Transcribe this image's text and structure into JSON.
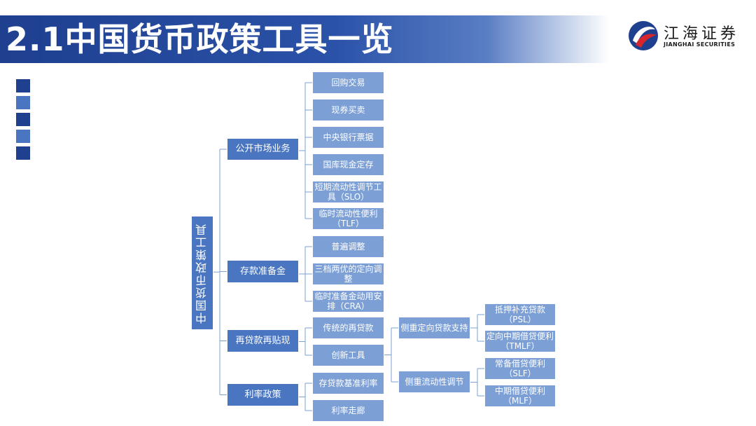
{
  "title": "2.1中国货币政策工具一览",
  "logo": {
    "name_cn": "江海证券",
    "name_en": "JIANGHAI SECURITIES",
    "colors": [
      "#1f3f8f",
      "#d7262c"
    ]
  },
  "colors": {
    "title_bar": "#1f3f8f",
    "node_light": "#7c9fd6",
    "node_dark": "#4a76c1",
    "connector": "#7c9fd6"
  },
  "diagram": {
    "root": "中国货币政策工具",
    "branches": [
      {
        "label": "公开市场业务",
        "items": [
          {
            "label": "回购交易"
          },
          {
            "label": "现券买卖"
          },
          {
            "label": "中央银行票据"
          },
          {
            "label": "国库现金定存"
          },
          {
            "label": "短期流动性调节工具（SLO）"
          },
          {
            "label": "临时流动性便利（TLF）"
          }
        ]
      },
      {
        "label": "存款准备金",
        "items": [
          {
            "label": "普遍调整"
          },
          {
            "label": "三档两优的定向调整"
          },
          {
            "label": "临时准备金动用安排（CRA）"
          }
        ]
      },
      {
        "label": "再贷款再贴现",
        "items": [
          {
            "label": "传统的再贷款"
          },
          {
            "label": "创新工具",
            "children": [
              {
                "label": "侧重定向贷款支持",
                "children": [
                  {
                    "label": "抵押补充贷款（PSL）"
                  },
                  {
                    "label": "定向中期借贷便利（TMLF）"
                  }
                ]
              },
              {
                "label": "侧重流动性调节",
                "children": [
                  {
                    "label": "常备借贷便利（SLF）"
                  },
                  {
                    "label": "中期借贷便利（MLF）"
                  }
                ]
              }
            ]
          }
        ]
      },
      {
        "label": "利率政策",
        "items": [
          {
            "label": "存贷款基准利率"
          },
          {
            "label": "利率走廊"
          }
        ]
      }
    ]
  }
}
